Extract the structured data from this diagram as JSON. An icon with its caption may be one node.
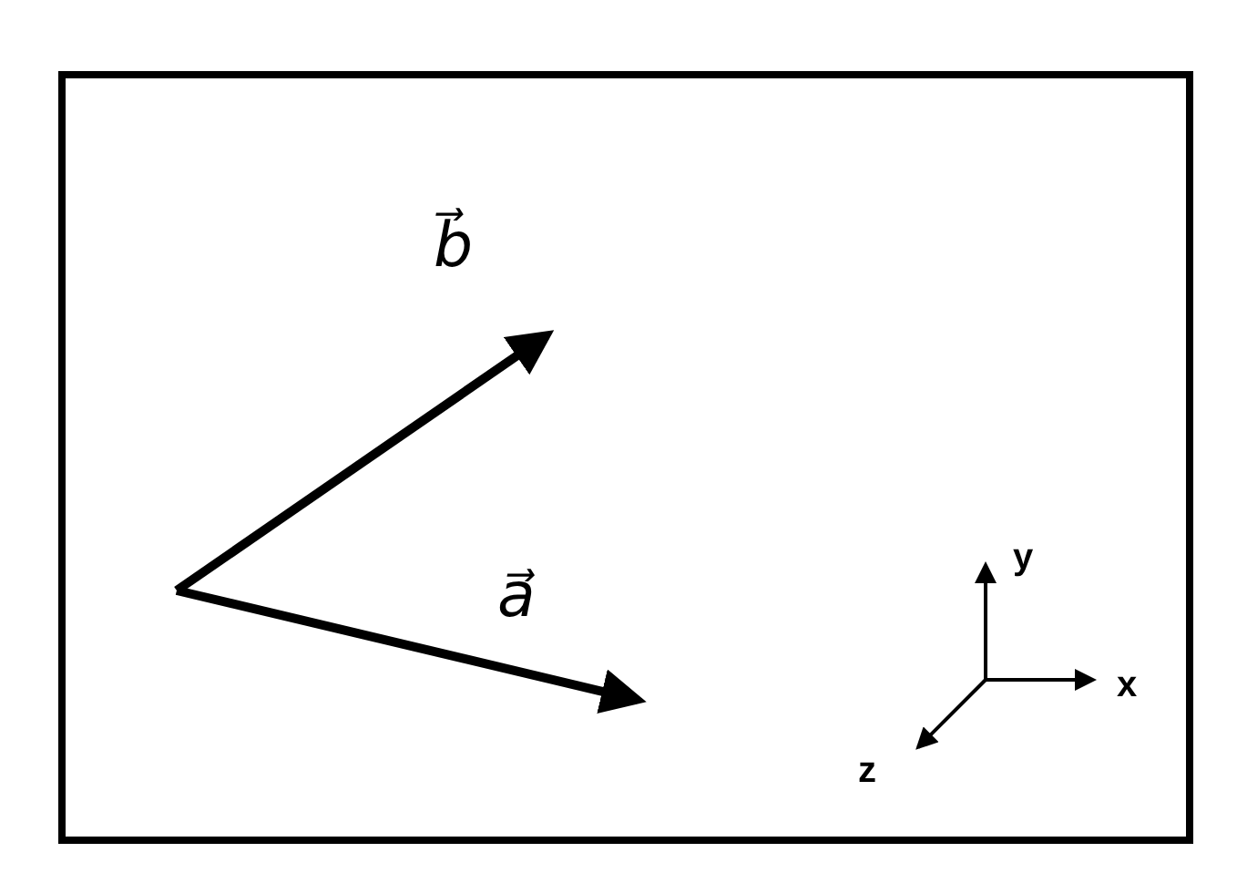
{
  "diagram": {
    "labels": [
      "b⃗",
      "a⃗",
      "y",
      "x",
      "z"
    ]
  }
}
